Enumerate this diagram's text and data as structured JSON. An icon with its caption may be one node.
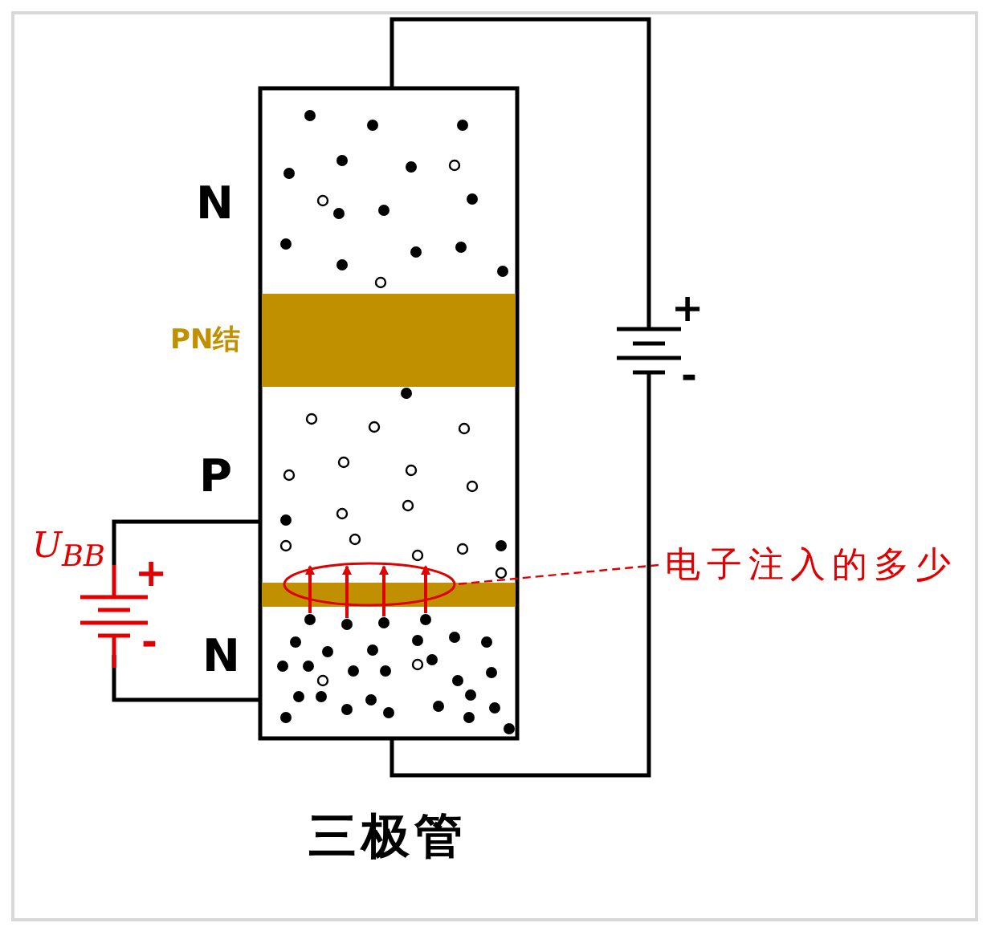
{
  "diagram": {
    "caption": "三极管",
    "nodes": [
      {
        "text": [
          "电子注入的多少"
        ]
      },
      {
        "text": [],
        "shape": "ellipse"
      }
    ],
    "edges": [
      {
        "from": 0,
        "to": 1,
        "arrow": "none",
        "style": "dashed",
        "color": "#e00000"
      }
    ],
    "labels": [
      "N",
      "PN结",
      "+",
      "-",
      "P",
      "U$_{BB}$",
      "+",
      "-",
      "N"
    ]
  }
}
